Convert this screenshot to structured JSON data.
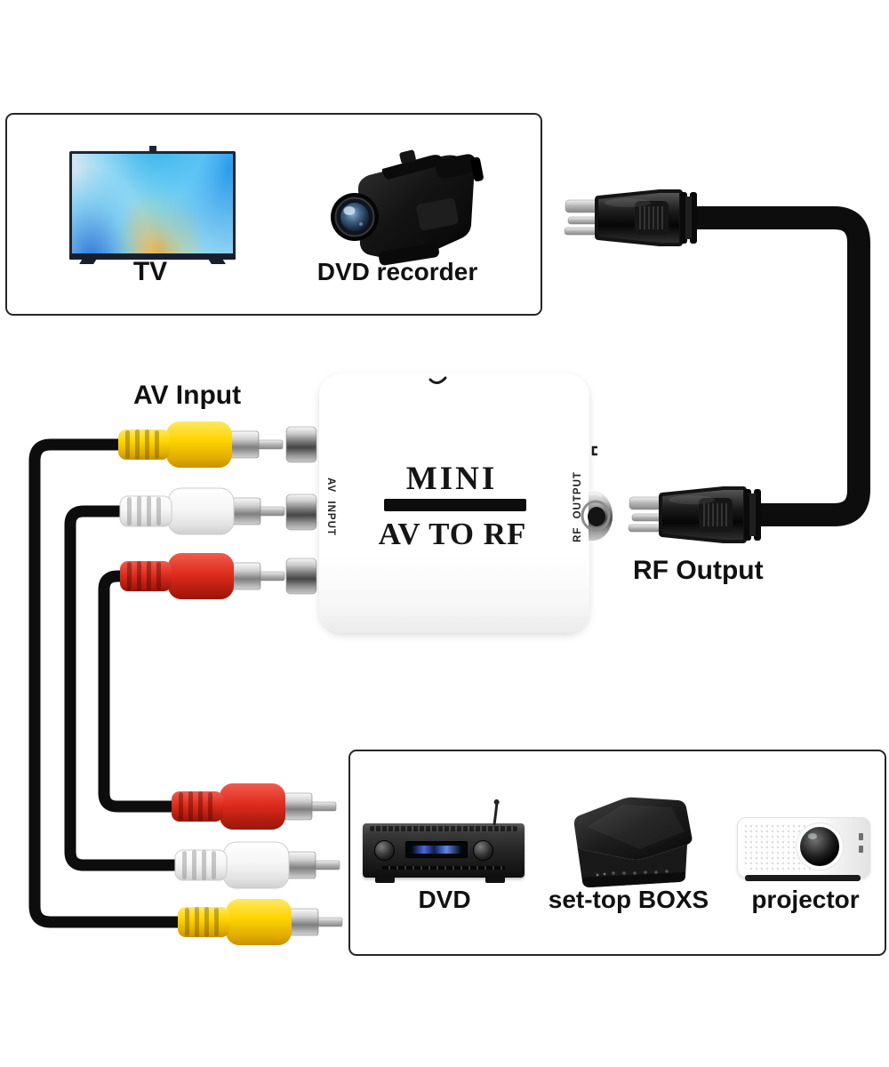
{
  "top_box": {
    "tv_label": "TV",
    "recorder_label": "DVD recorder"
  },
  "converter": {
    "line1": "MINI",
    "line2": "AV TO RF",
    "left_port": "AV INPUT",
    "right_port": "RF OUTPUT"
  },
  "callouts": {
    "av_input": "AV Input",
    "rf_output": "RF Output"
  },
  "bottom_box": {
    "dvd": "DVD",
    "settop": "set-top BOXS",
    "projector": "projector"
  },
  "colors": {
    "cable": "#0d0d0d",
    "plug_video": "#fed500",
    "plug_audio_left": "#f5f5f5",
    "plug_audio_right": "#dd2e1f",
    "box_border": "#262626",
    "converter_body": "#ffffff",
    "text": "#111111"
  }
}
